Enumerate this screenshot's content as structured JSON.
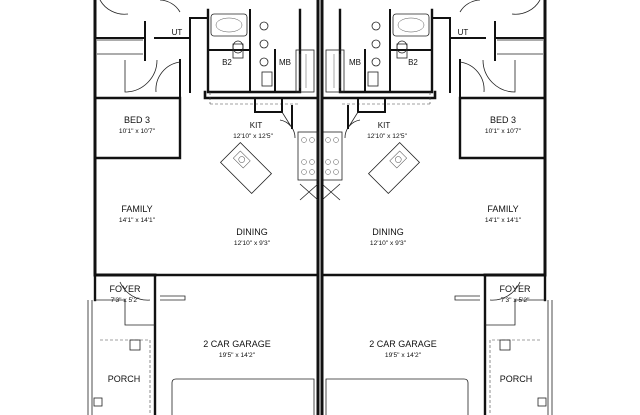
{
  "rooms": {
    "ut_left": "UT",
    "ut_right": "UT",
    "b2_left": "B2",
    "b2_right": "B2",
    "mb_left": "MB",
    "mb_right": "MB",
    "bed3_left": {
      "name": "BED 3",
      "dim": "10'1\" x 10'7\""
    },
    "bed3_right": {
      "name": "BED 3",
      "dim": "10'1\" x 10'7\""
    },
    "kit_left": {
      "name": "KIT",
      "dim": "12'10\" x 12'5\""
    },
    "kit_right": {
      "name": "KIT",
      "dim": "12'10\" x 12'5\""
    },
    "family_left": {
      "name": "FAMILY",
      "dim": "14'1\" x 14'1\""
    },
    "family_right": {
      "name": "FAMILY",
      "dim": "14'1\" x 14'1\""
    },
    "dining_left": {
      "name": "DINING",
      "dim": "12'10\" x 9'3\""
    },
    "dining_right": {
      "name": "DINING",
      "dim": "12'10\" x 9'3\""
    },
    "foyer_left": {
      "name": "FOYER",
      "dim": "7'3\" x 5'2\""
    },
    "foyer_right": {
      "name": "FOYER",
      "dim": "7'3\" x 5'2\""
    },
    "garage_left": {
      "name": "2 CAR GARAGE",
      "dim": "19'5\" x 14'2\""
    },
    "garage_right": {
      "name": "2 CAR GARAGE",
      "dim": "19'5\" x 14'2\""
    },
    "porch_left": "PORCH",
    "porch_right": "PORCH"
  }
}
